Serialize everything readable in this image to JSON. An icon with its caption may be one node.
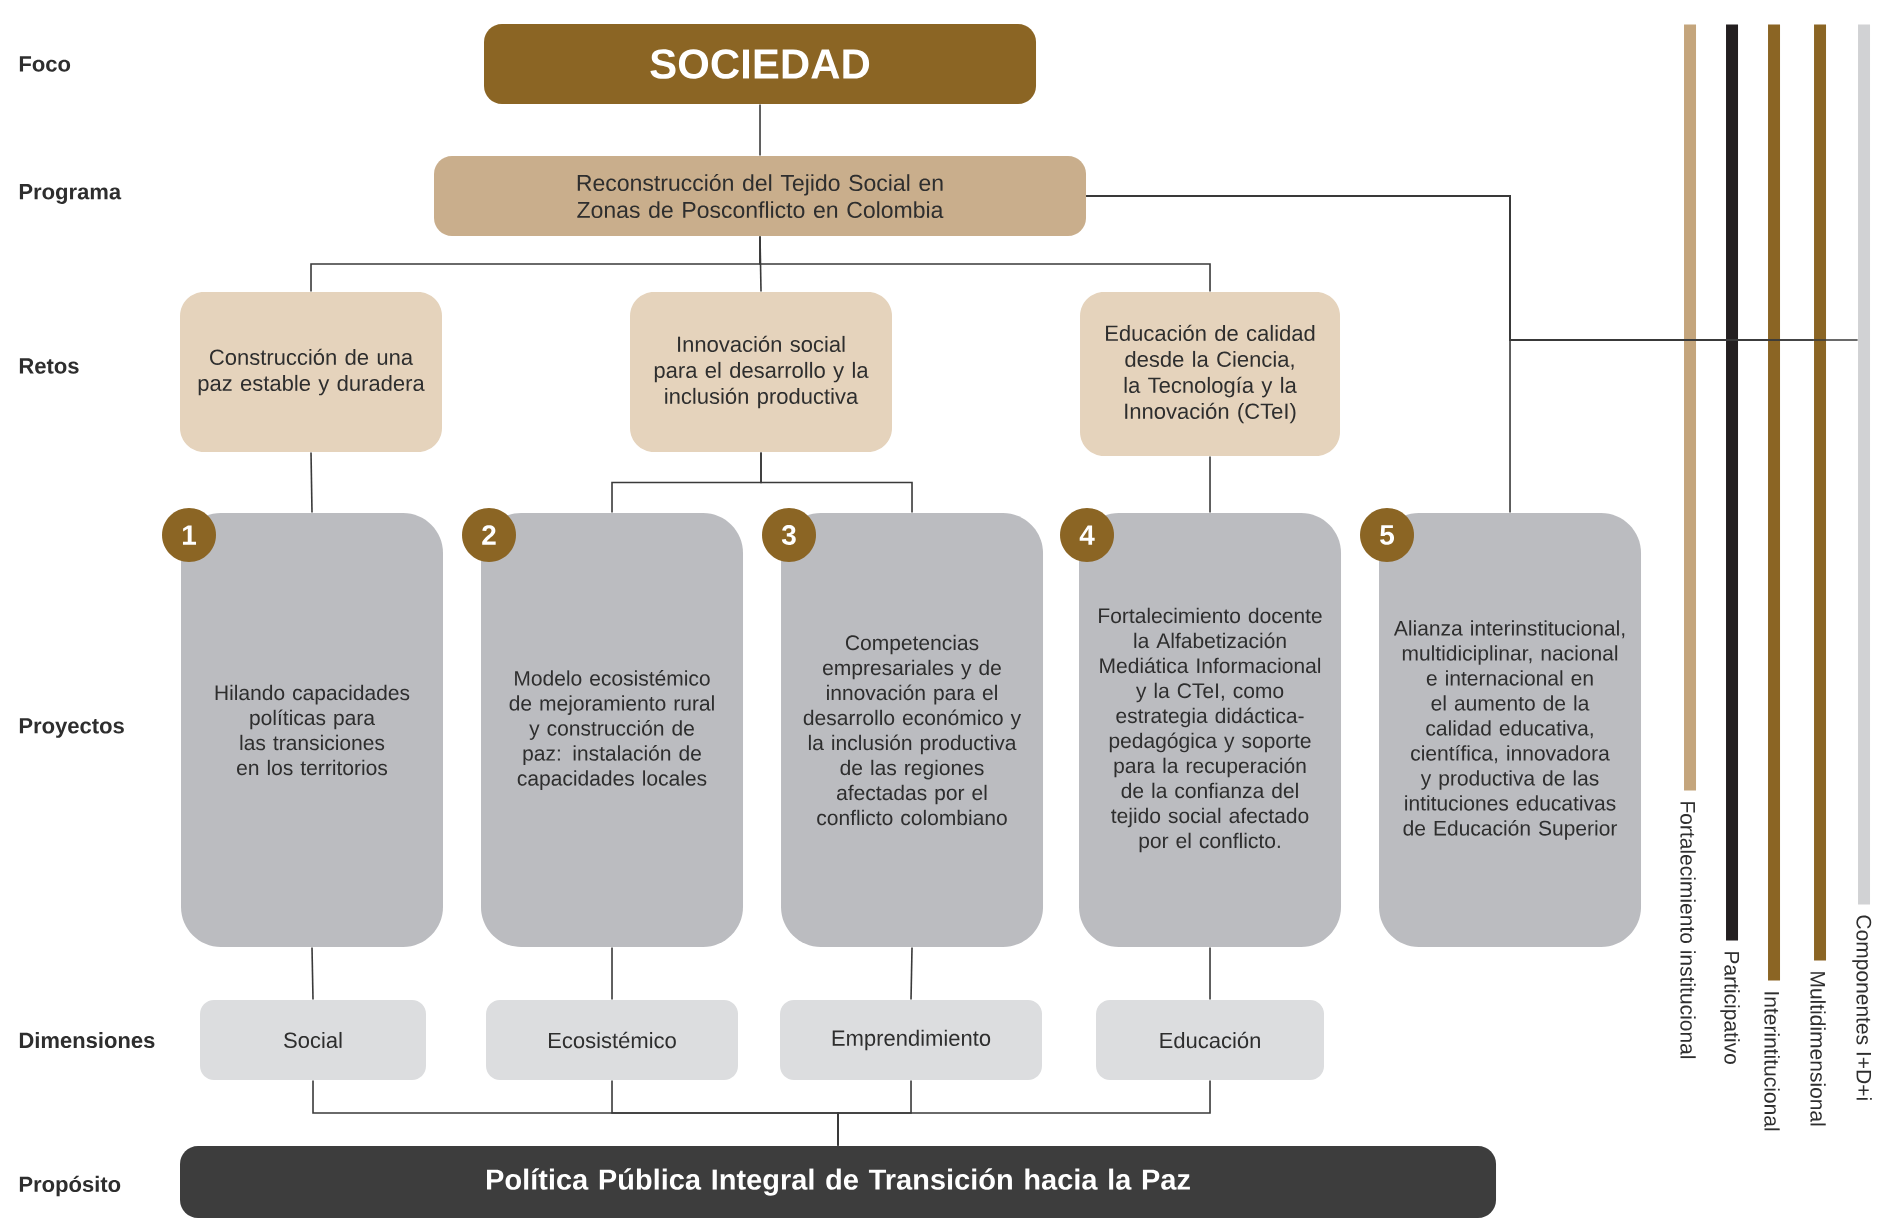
{
  "diagram": {
    "nodes": [
      {
        "text": [
          "SOCIEDAD"
        ]
      },
      {
        "text": [
          "Reconstrucción del Tejido Social en Zonas de Posconflicto en Colombia"
        ]
      },
      {
        "text": [
          "Construcción de una paz estable y duradera"
        ]
      },
      {
        "text": [
          "Innovación social para el desarrollo y la inclusión productiva"
        ]
      },
      {
        "text": [
          "Educación de calidad desde la Ciencia, la Tecnología y la Innovación (CTeI)"
        ]
      },
      {
        "text": [
          "1",
          "Hilando capacidades políticas para las transiciones en los territorios"
        ]
      },
      {
        "text": [
          "2",
          "Modelo ecosistémico de mejoramiento rural y construcción de paz: instalación de capacidades locales"
        ]
      },
      {
        "text": [
          "3",
          "Competencias empresariales y de innovación para el desarrollo económico y la inclusión productiva de las regiones afectadas por el conflicto colombiano"
        ]
      },
      {
        "text": [
          "4",
          "Fortalecimiento docente la Alfabetización Mediática Informacional y la CTeI, como estrategia didáctica-pedagógica y soporte para la recuperación de la confianza del tejido social afectado por el conflicto."
        ]
      },
      {
        "text": [
          "5",
          "Alianza interinstitucional, multidiciplinar, nacional e internacional en el aumento de la calidad educativa, científica, innovadora y productiva de las intituciones educativas de Educación Superior"
        ]
      },
      {
        "text": [
          "Social"
        ]
      },
      {
        "text": [
          "Ecosistémico"
        ]
      },
      {
        "text": [
          "Emprendimiento"
        ]
      },
      {
        "text": [
          "Educación"
        ]
      },
      {
        "text": [
          "Política Pública Integral de Transición hacia la Paz"
        ]
      },
      {
        "text": [
          "Fortalecimiento institucional"
        ]
      },
      {
        "text": [
          "Participativo"
        ]
      },
      {
        "text": [
          "Interintitucional"
        ]
      },
      {
        "text": [
          "Multidimensional"
        ]
      },
      {
        "text": [
          "Componentes I+D+i"
        ]
      }
    ],
    "edges": [
      {
        "from": 0,
        "to": 1,
        "arrow": "none"
      },
      {
        "from": 1,
        "to": 2,
        "arrow": "none"
      },
      {
        "from": 1,
        "to": 3,
        "arrow": "none"
      },
      {
        "from": 1,
        "to": 4,
        "arrow": "none"
      },
      {
        "from": 1,
        "to": 9,
        "arrow": "none"
      },
      {
        "from": 1,
        "to": 15,
        "arrow": "none"
      },
      {
        "from": 1,
        "to": 16,
        "arrow": "none"
      },
      {
        "from": 1,
        "to": 17,
        "arrow": "none"
      },
      {
        "from": 1,
        "to": 18,
        "arrow": "none"
      },
      {
        "from": 1,
        "to": 19,
        "arrow": "none"
      },
      {
        "from": 2,
        "to": 5,
        "arrow": "none"
      },
      {
        "from": 3,
        "to": 6,
        "arrow": "none"
      },
      {
        "from": 3,
        "to": 7,
        "arrow": "none"
      },
      {
        "from": 4,
        "to": 8,
        "arrow": "none"
      },
      {
        "from": 5,
        "to": 10,
        "arrow": "none"
      },
      {
        "from": 6,
        "to": 11,
        "arrow": "none"
      },
      {
        "from": 7,
        "to": 12,
        "arrow": "none"
      },
      {
        "from": 8,
        "to": 13,
        "arrow": "none"
      },
      {
        "from": 10,
        "to": 14,
        "arrow": "none"
      },
      {
        "from": 11,
        "to": 14,
        "arrow": "none"
      },
      {
        "from": 12,
        "to": 14,
        "arrow": "none"
      },
      {
        "from": 13,
        "to": 14,
        "arrow": "none"
      }
    ],
    "labels": [
      "Foco",
      "Programa",
      "Retos",
      "Proyectos",
      "Dimensiones",
      "Propósito"
    ]
  }
}
